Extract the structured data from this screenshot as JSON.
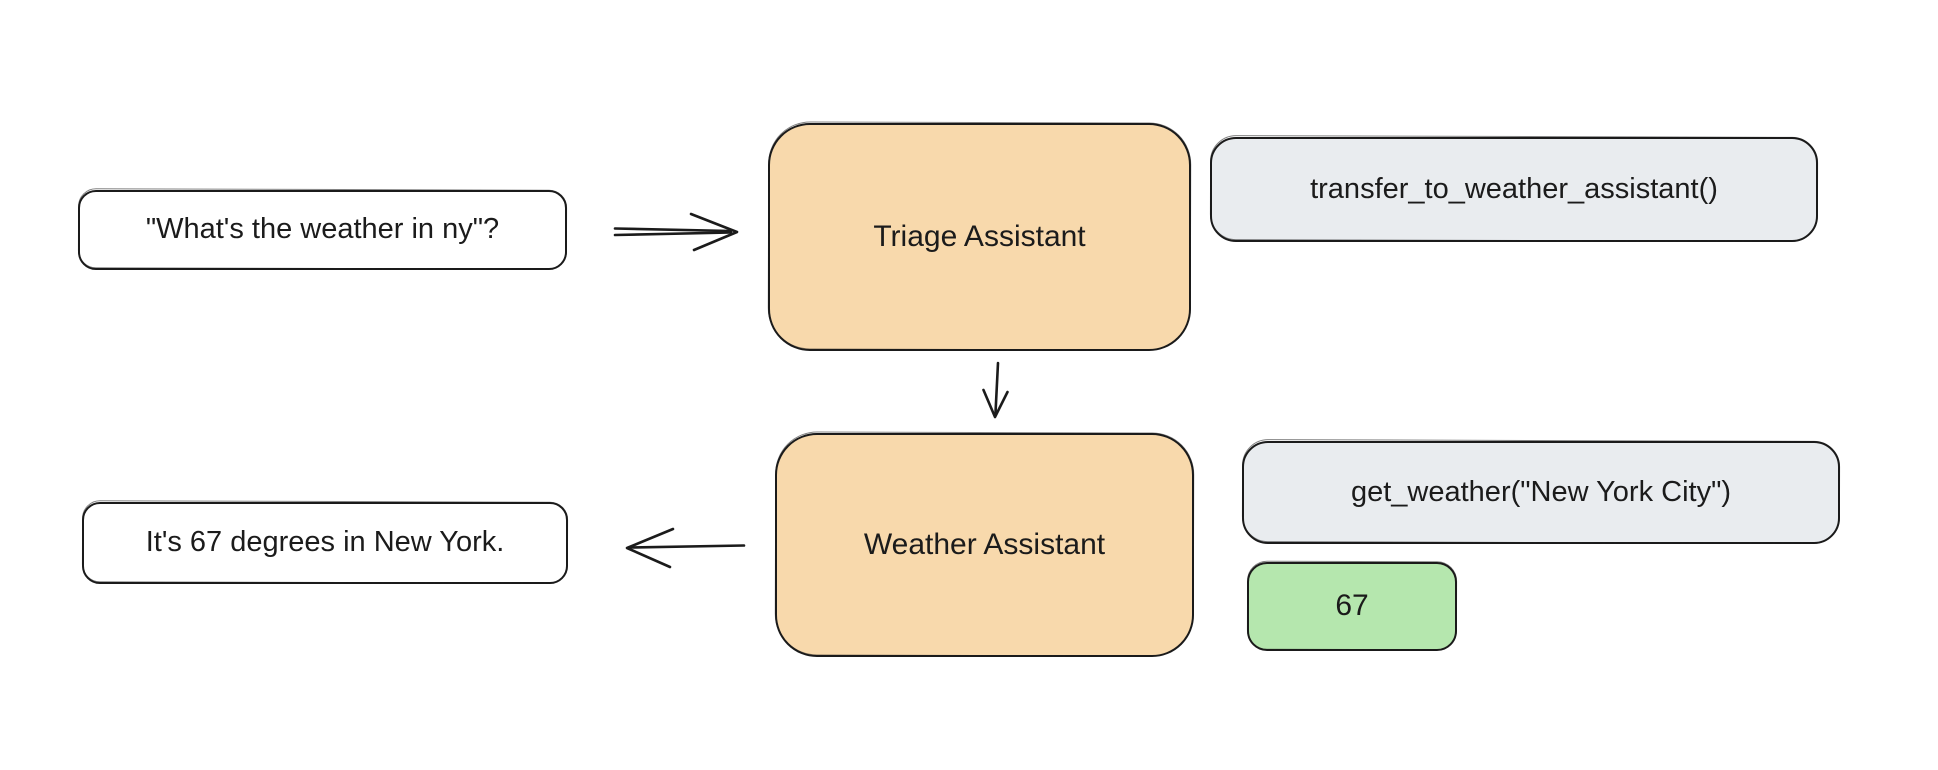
{
  "diagram": {
    "user_query": "\"What's the weather in ny\"?",
    "triage_agent_label": "Triage Assistant",
    "transfer_tool_call": "transfer_to_weather_assistant()",
    "weather_agent_label": "Weather Assistant",
    "weather_tool_call": "get_weather(\"New York City\")",
    "weather_tool_result": "67",
    "final_response": "It's 67 degrees in New York.",
    "colors": {
      "canvas_bg": "#ffffff",
      "stroke": "#1b1b1b",
      "text": "#1b1b1b",
      "message_fill": "#ffffff",
      "agent_fill": "#f8d9ac",
      "code_fill": "#e9ecef",
      "result_fill": "#b5e7ae"
    }
  }
}
